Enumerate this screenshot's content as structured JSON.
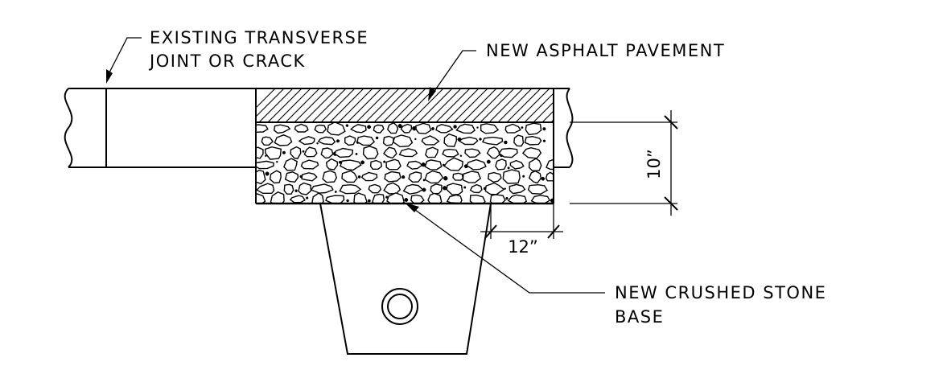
{
  "labels": {
    "existing_joint": [
      "EXISTING TRANSVERSE",
      "JOINT OR CRACK"
    ],
    "asphalt": "NEW ASPHALT PAVEMENT",
    "stone_base": [
      "NEW CRUSHED STONE",
      "BASE"
    ]
  },
  "dimensions": {
    "depth": "10”",
    "width": "12”"
  }
}
